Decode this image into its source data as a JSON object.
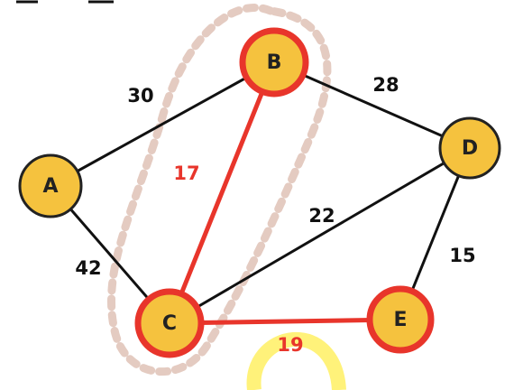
{
  "graph": {
    "nodes": [
      {
        "id": "A",
        "label": "A",
        "selected": false
      },
      {
        "id": "B",
        "label": "B",
        "selected": true
      },
      {
        "id": "C",
        "label": "C",
        "selected": true
      },
      {
        "id": "D",
        "label": "D",
        "selected": false
      },
      {
        "id": "E",
        "label": "E",
        "selected": true
      }
    ],
    "edges": [
      {
        "from": "A",
        "to": "B",
        "weight": "30",
        "highlighted": false
      },
      {
        "from": "A",
        "to": "C",
        "weight": "42",
        "highlighted": false
      },
      {
        "from": "B",
        "to": "D",
        "weight": "28",
        "highlighted": false
      },
      {
        "from": "C",
        "to": "D",
        "weight": "22",
        "highlighted": false
      },
      {
        "from": "D",
        "to": "E",
        "weight": "15",
        "highlighted": false
      },
      {
        "from": "B",
        "to": "C",
        "weight": "17",
        "highlighted": true
      },
      {
        "from": "C",
        "to": "E",
        "weight": "19",
        "highlighted": true
      }
    ]
  },
  "colors": {
    "node_fill": "#f5c23e",
    "node_stroke": "#222222",
    "selected_stroke": "#e8352b",
    "edge": "#111111",
    "highlight_edge": "#e8352b",
    "dashed_loop": "#e4cbc1",
    "yellow_ring": "#fff27a"
  }
}
